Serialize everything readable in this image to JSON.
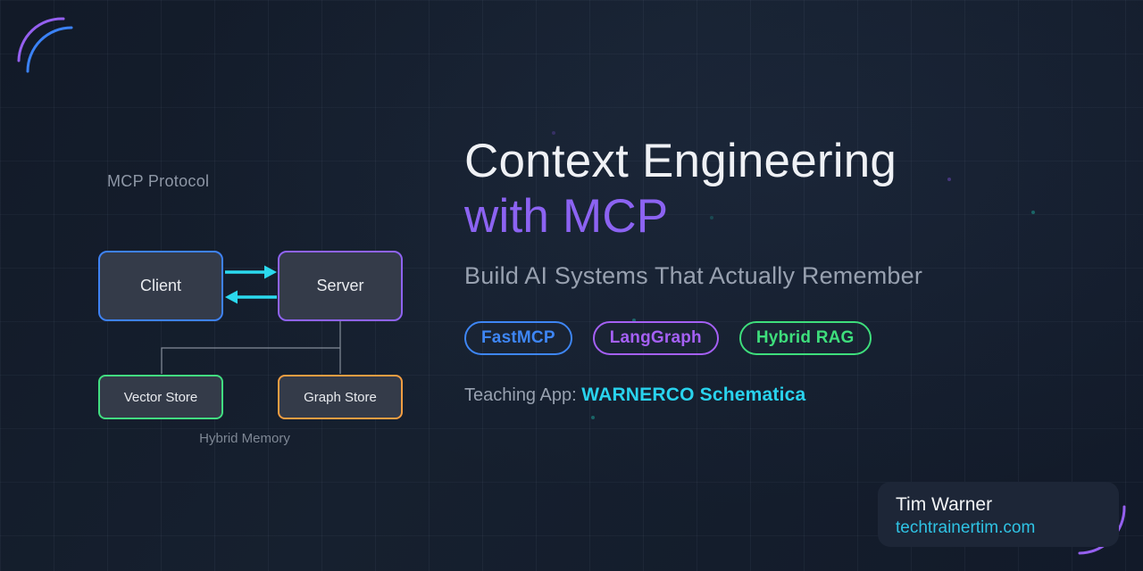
{
  "background": {
    "base_color": "#16202f",
    "grid_color": "rgba(148,163,190,0.06)"
  },
  "diagram": {
    "protocol_label": "MCP Protocol",
    "caption": "Hybrid Memory",
    "arrow_color": "#2bd9ee",
    "connector_color": "#a9b1bd",
    "nodes": {
      "client": {
        "label": "Client",
        "accent": "#3e82f4"
      },
      "server": {
        "label": "Server",
        "accent": "#8f63f2"
      },
      "vector": {
        "label": "Vector Store",
        "accent": "#42de81"
      },
      "graph": {
        "label": "Graph Store",
        "accent": "#f59e42"
      }
    }
  },
  "hero": {
    "title_line1": "Context Engineering",
    "title_line2": "with MCP",
    "title_line2_color": "#8c63f2",
    "subtitle": "Build AI Systems That Actually Remember",
    "badges": [
      {
        "label": "FastMCP",
        "color": "#3e86f5"
      },
      {
        "label": "LangGraph",
        "color": "#a560f5"
      },
      {
        "label": "Hybrid RAG",
        "color": "#3ede7c"
      }
    ],
    "teaching": {
      "label": "Teaching App:",
      "app": "WARNERCO Schematica",
      "app_color": "#29d3ee"
    }
  },
  "footer_card": {
    "name": "Tim Warner",
    "website": "techtrainertim.com",
    "website_color": "#2fc3e4"
  },
  "decorations": {
    "corner_arc_purple": "#9560f0",
    "corner_arc_blue": "#3b82f6"
  }
}
